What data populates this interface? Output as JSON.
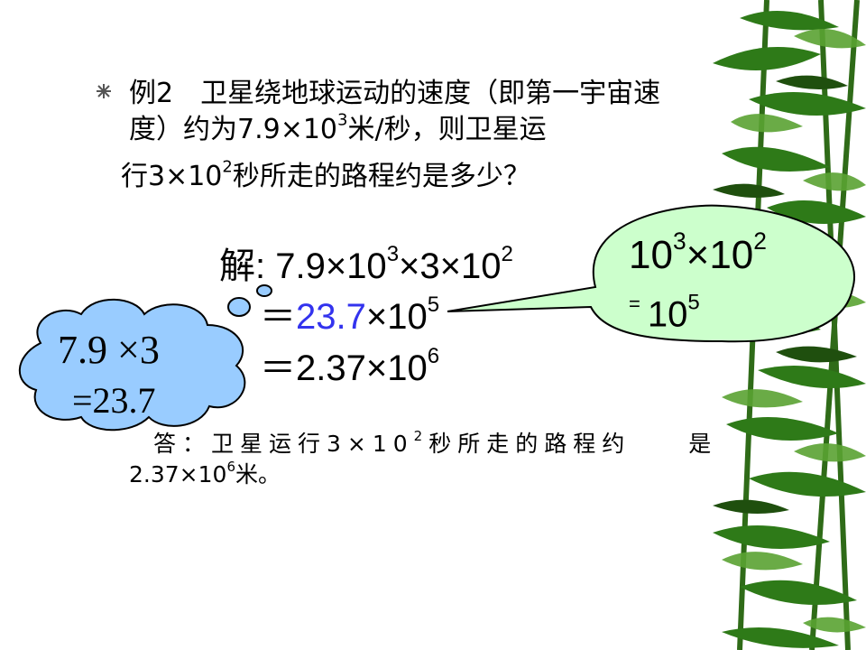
{
  "question": {
    "line1": "例2　卫星绕地球运动的速度（即第一宇宙速",
    "line2_pre": "度）约为7.9×10",
    "line2_exp": "3",
    "line2_post": "米/秒，则卫星运",
    "line3_pre": "行3×10",
    "line3_exp": "2",
    "line3_post": "秒所走的路程约是多少？"
  },
  "solution": {
    "step1_pre": "解: 7.9×10",
    "step1_exp1": "3",
    "step1_mid": "×3×10",
    "step1_exp2": "2",
    "step2_eq": "＝",
    "step2_value": "23.7",
    "step2_rest": "×10",
    "step2_exp": "5",
    "step3_pre": "＝2.37×10",
    "step3_exp": "6"
  },
  "answer": {
    "line1_pre": "答：卫星运行3×10",
    "line1_exp": "2",
    "line1_post": "秒所走的路程约　　是",
    "line2_pre": "2.37×10",
    "line2_exp": "6",
    "line2_post": "米。"
  },
  "cloud_note": {
    "line1": "7.9 ×3",
    "line2": "=23.7"
  },
  "bubble_note": {
    "line1_pre": "10",
    "line1_exp1": "3",
    "line1_mid": "×10",
    "line1_exp2": "2",
    "line2_eq": "=",
    "line2_pre": "10",
    "line2_exp": "5"
  },
  "colors": {
    "cloud_fill": "#99ccff",
    "bubble_fill": "#ccffcc",
    "highlight_text": "#3333ee",
    "bamboo_dark": "#1f5a10",
    "bamboo_light": "#4f9a2a"
  }
}
